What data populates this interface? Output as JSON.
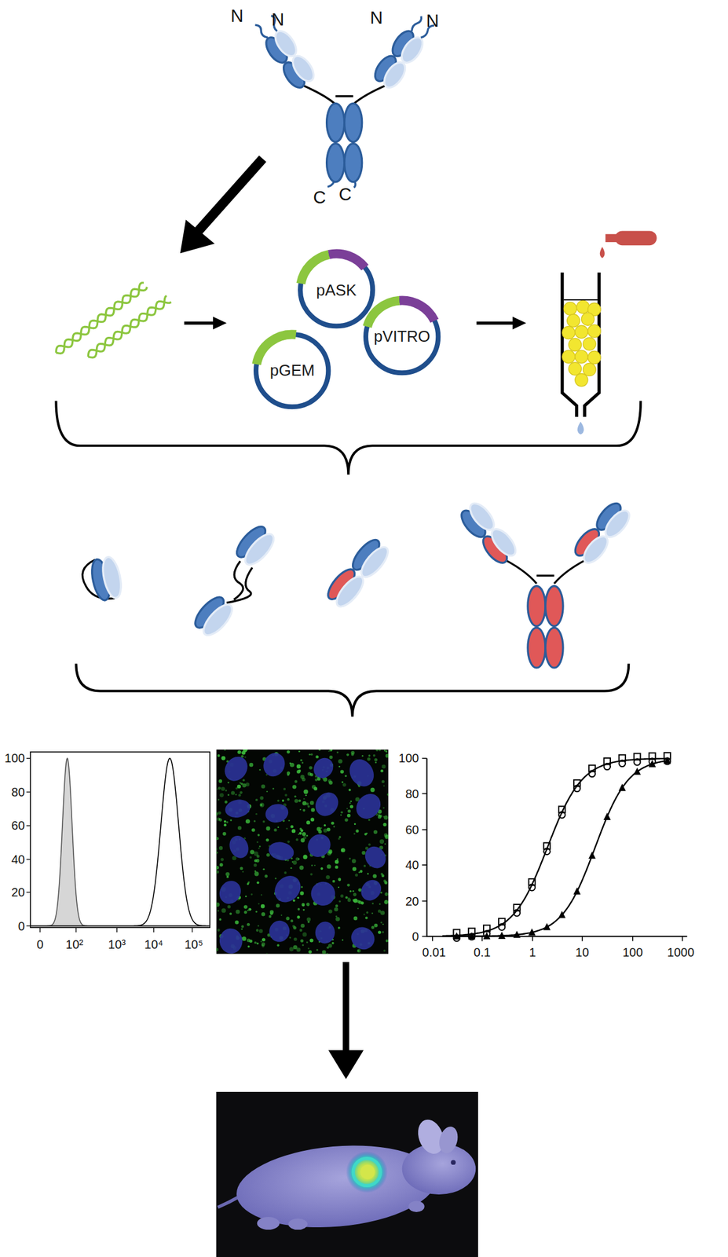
{
  "diagram": {
    "nodes": [
      {
        "text": [
          "pASK"
        ]
      },
      {
        "text": [
          "pVITRO"
        ]
      },
      {
        "text": [
          "pGEM"
        ]
      }
    ],
    "labels": [
      "N",
      "N",
      "N",
      "N",
      "C",
      "C",
      "100",
      "80",
      "60",
      "40",
      "20",
      "0",
      "0",
      "10²",
      "10³",
      "10⁴",
      "10⁵",
      "100",
      "80",
      "60",
      "40",
      "20",
      "0",
      "0.01",
      "0.1",
      "1",
      "10",
      "100",
      "1000"
    ]
  }
}
